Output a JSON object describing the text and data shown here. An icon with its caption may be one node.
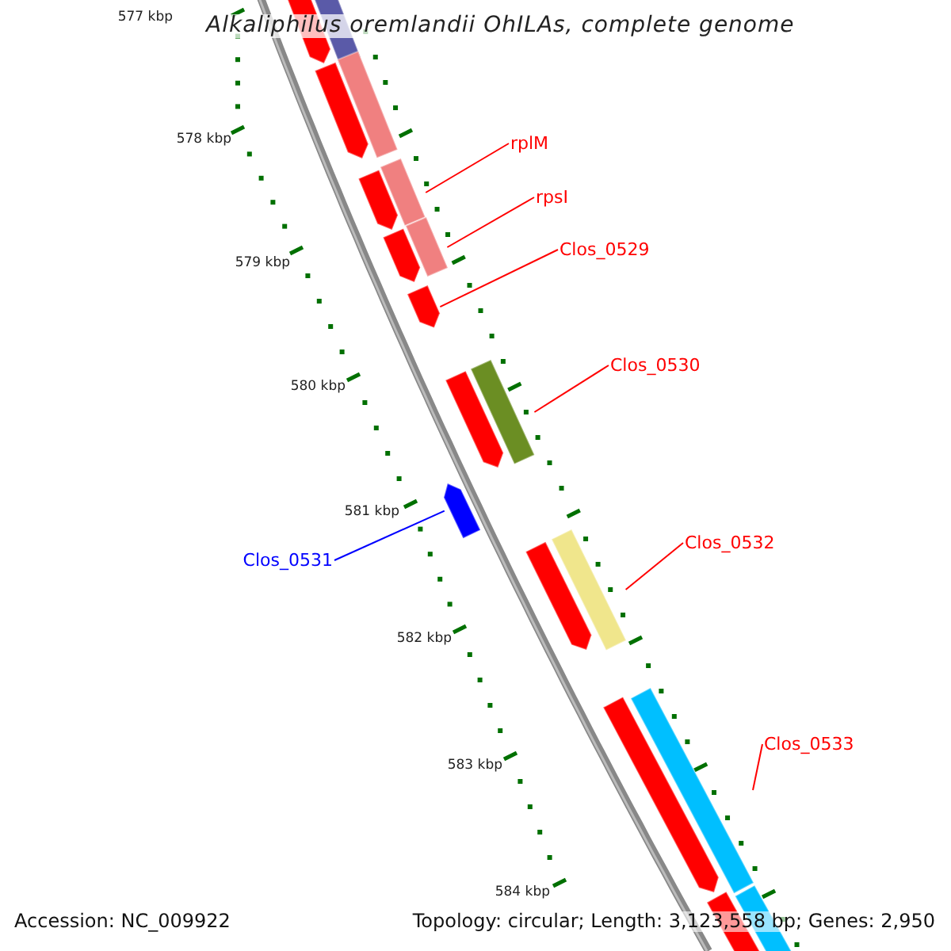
{
  "diagram": {
    "title": "Alkaliphilus oremlandii OhILAs, complete genome",
    "nodes": [
      {
        "text": [
          "rplM"
        ]
      },
      {
        "text": [
          "rpsI"
        ]
      },
      {
        "text": [
          "Clos_0529"
        ]
      },
      {
        "text": [
          "Clos_0530"
        ]
      },
      {
        "text": [
          "Clos_0531"
        ]
      },
      {
        "text": [
          "Clos_0532"
        ]
      },
      {
        "text": [
          "Clos_0533"
        ]
      },
      {
        "text": [],
        "shape": "bar"
      },
      {
        "text": [],
        "shape": "bar"
      },
      {
        "text": [],
        "shape": "arrow"
      },
      {
        "text": [],
        "shape": "bar"
      },
      {
        "text": [],
        "shape": "arrow"
      },
      {
        "text": [],
        "shape": "bar"
      },
      {
        "text": [],
        "shape": "bar"
      }
    ],
    "edges": [
      {
        "from": 0,
        "to": 7,
        "arrow": "none"
      },
      {
        "from": 1,
        "to": 8,
        "arrow": "none"
      },
      {
        "from": 2,
        "to": 9,
        "arrow": "none"
      },
      {
        "from": 3,
        "to": 10,
        "arrow": "none"
      },
      {
        "from": 4,
        "to": 11,
        "arrow": "none",
        "color": "#0000ff"
      },
      {
        "from": 5,
        "to": 12,
        "arrow": "none"
      },
      {
        "from": 6,
        "to": 13,
        "arrow": "none"
      }
    ],
    "labels": [
      "577 kbp",
      "578 kbp",
      "579 kbp",
      "580 kbp",
      "581 kbp",
      "582 kbp",
      "583 kbp",
      "584 kbp",
      "Accession: NC_009922",
      "Topology: circular; Length: 3,123,558 bp; Genes: 2,950"
    ]
  }
}
